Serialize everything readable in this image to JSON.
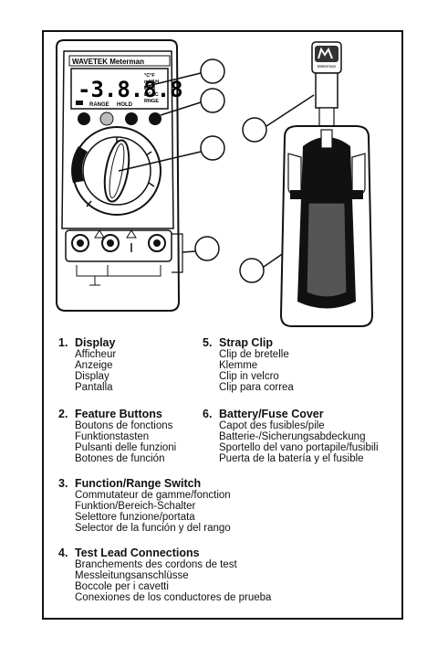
{
  "meter": {
    "brand": "WAVETEK Meterman",
    "display_digits": "-3.8.8.8",
    "lcd_units": [
      "°C°F",
      "mVAH",
      "kMΩ",
      "DCAC",
      "RNGE"
    ],
    "button_labels": [
      "RANGE",
      "HOLD"
    ]
  },
  "strap_logo": "Meterman",
  "items": [
    {
      "num": "1.",
      "title": "Display",
      "lines": [
        "Afficheur",
        "Anzeige",
        "Display",
        "Pantalla"
      ]
    },
    {
      "num": "2.",
      "title": "Feature Buttons",
      "lines": [
        "Boutons de fonctions",
        "Funktionstasten",
        "Pulsanti delle funzioni",
        "Botones de función"
      ]
    },
    {
      "num": "3.",
      "title": "Function/Range Switch",
      "lines": [
        "Commutateur de gamme/fonction",
        "Funktion/Bereich-Schalter",
        "Selettore funzione/portata",
        "Selector de la función y del rango"
      ]
    },
    {
      "num": "4.",
      "title": "Test Lead Connections",
      "lines": [
        "Branchements des cordons de test",
        "Messleitungsanschlüsse",
        "Boccole per i cavetti",
        "Conexiones de los conductores de prueba"
      ]
    },
    {
      "num": "5.",
      "title": "Strap Clip",
      "lines": [
        "Clip de bretelle",
        "Klemme",
        "Clip in velcro",
        "Clip para correa"
      ]
    },
    {
      "num": "6.",
      "title": "Battery/Fuse Cover",
      "lines": [
        "Capot des fusibles/pile",
        "Batterie-/Sicherungsabdeckung",
        "Sportello del vano portapile/fusibili",
        "Puerta de la batería y el fusible"
      ]
    }
  ]
}
